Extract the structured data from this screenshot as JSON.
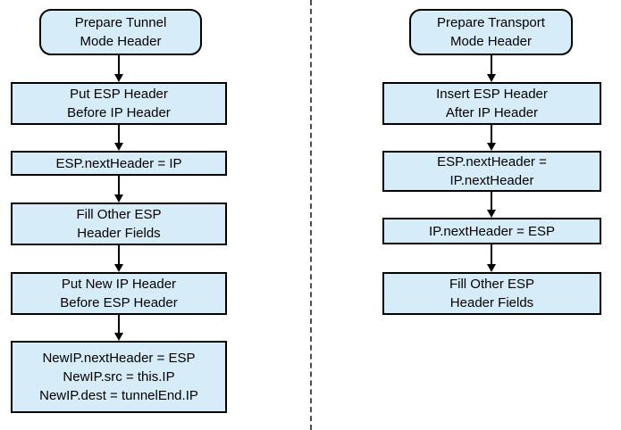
{
  "page": {
    "background_color": "#ffffff"
  },
  "colors": {
    "node_fill": "#d7ecf9",
    "node_border": "#000000",
    "arrow": "#000000",
    "divider": "#4d4d4d",
    "text": "#000000"
  },
  "diagram": {
    "type": "flowchart",
    "left_flow": {
      "name": "tunnel-mode-flow",
      "nodes": [
        {
          "shape": "rounded",
          "label": "Prepare Tunnel\nMode Header"
        },
        {
          "shape": "rect",
          "label": "Put ESP Header\nBefore IP Header"
        },
        {
          "shape": "rect",
          "label": "ESP.nextHeader = IP"
        },
        {
          "shape": "rect",
          "label": "Fill Other ESP\nHeader Fields"
        },
        {
          "shape": "rect",
          "label": "Put New IP Header\nBefore ESP Header"
        },
        {
          "shape": "rect",
          "label": "NewIP.nextHeader = ESP\nNewIP.src = this.IP\nNewIP.dest = tunnelEnd.IP"
        }
      ]
    },
    "right_flow": {
      "name": "transport-mode-flow",
      "nodes": [
        {
          "shape": "rounded",
          "label": "Prepare Transport\nMode Header"
        },
        {
          "shape": "rect",
          "label": "Insert ESP Header\nAfter IP Header"
        },
        {
          "shape": "rect",
          "label": "ESP.nextHeader =\nIP.nextHeader"
        },
        {
          "shape": "rect",
          "label": "IP.nextHeader = ESP"
        },
        {
          "shape": "rect",
          "label": "Fill Other ESP\nHeader Fields"
        }
      ]
    }
  }
}
